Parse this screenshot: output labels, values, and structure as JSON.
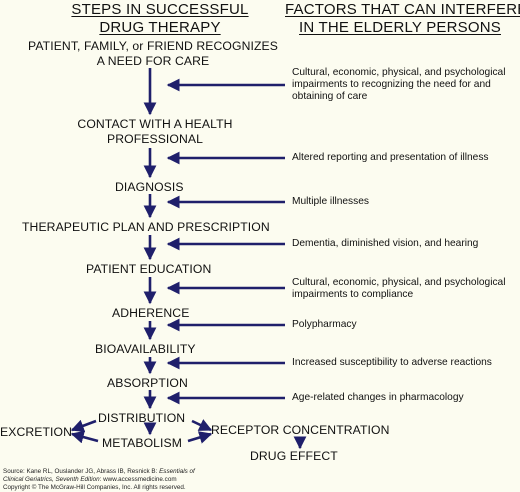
{
  "headers": {
    "steps_line1": "STEPS IN SUCCESSFUL",
    "steps_line2": "DRUG THERAPY",
    "factors_line1": "FACTORS THAT CAN INTERFERE",
    "factors_line2": "IN THE ELDERLY PERSONS"
  },
  "steps": {
    "recognize_line1": "PATIENT, FAMILY, or FRIEND RECOGNIZES",
    "recognize_line2": "A NEED FOR CARE",
    "contact_line1": "CONTACT WITH A HEALTH",
    "contact_line2": "PROFESSIONAL",
    "diagnosis": "DIAGNOSIS",
    "therapeutic_plan": "THERAPEUTIC PLAN AND PRESCRIPTION",
    "patient_education": "PATIENT EDUCATION",
    "adherence": "ADHERENCE",
    "bioavailability": "BIOAVAILABILITY",
    "absorption": "ABSORPTION",
    "distribution": "DISTRIBUTION",
    "excretion": "EXCRETION",
    "metabolism": "METABOLISM",
    "receptor_concentration": "RECEPTOR CONCENTRATION",
    "drug_effect": "DRUG EFFECT"
  },
  "factors": {
    "f1": "Cultural, economic, physical, and psychological impairments to recognizing the need for and obtaining of care",
    "f2": "Altered reporting and presentation of illness",
    "f3": "Multiple illnesses",
    "f4": "Dementia, diminished vision, and hearing",
    "f5": "Cultural, economic, physical, and psychological impairments to compliance",
    "f6": "Polypharmacy",
    "f7": "Increased susceptibility to adverse reactions",
    "f8": "Age-related changes in pharmacology"
  },
  "source": {
    "line1_prefix": "Source: Kane RL, Ouslander JG, Abrass IB, Resnick B: ",
    "line1_italic": "Essentials of",
    "line2_italic": "Clinical Geriatrics, Seventh Edition",
    "line2_suffix": ": www.accessmedicine.com",
    "copyright": "Copyright © The McGraw-Hill Companies, Inc. All rights reserved."
  },
  "colors": {
    "arrow": "#1f1f6b",
    "text": "#111111",
    "background": "#fcfcf0"
  }
}
